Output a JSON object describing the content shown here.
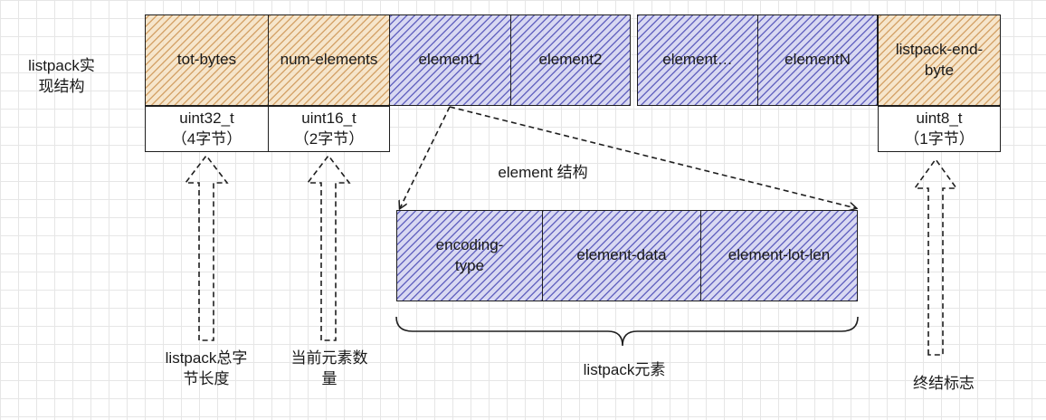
{
  "title": "listpack实\n现结构",
  "listpack_blocks": [
    {
      "label": "tot-bytes",
      "color": "orange"
    },
    {
      "label": "num-elements",
      "color": "orange"
    },
    {
      "label": "element1",
      "color": "blue"
    },
    {
      "label": "element2",
      "color": "blue"
    },
    {
      "label": "element…",
      "color": "blue"
    },
    {
      "label": "elementN",
      "color": "blue"
    },
    {
      "label": "listpack-end-\nbyte",
      "color": "orange"
    }
  ],
  "type_labels": {
    "tot_bytes": "uint32_t\n（4字节）",
    "num_elements": "uint16_t\n（2字节）",
    "end_byte": "uint8_t\n（1字节）"
  },
  "annotations": {
    "total_length": "listpack总字\n节长度",
    "element_count": "当前元素数\n量",
    "end_marker": "终结标志"
  },
  "element_structure": {
    "title": "element 结构",
    "fields": [
      "encoding-\ntype",
      "element-data",
      "element-lot-len"
    ],
    "brace_label": "listpack元素"
  },
  "colors": {
    "orange_fill": "#f5e1c3",
    "orange_hatch": "#d3a064",
    "blue_fill": "#d2d2f0",
    "blue_hatch": "#5f5fbe",
    "stroke": "#1e1e1e"
  }
}
